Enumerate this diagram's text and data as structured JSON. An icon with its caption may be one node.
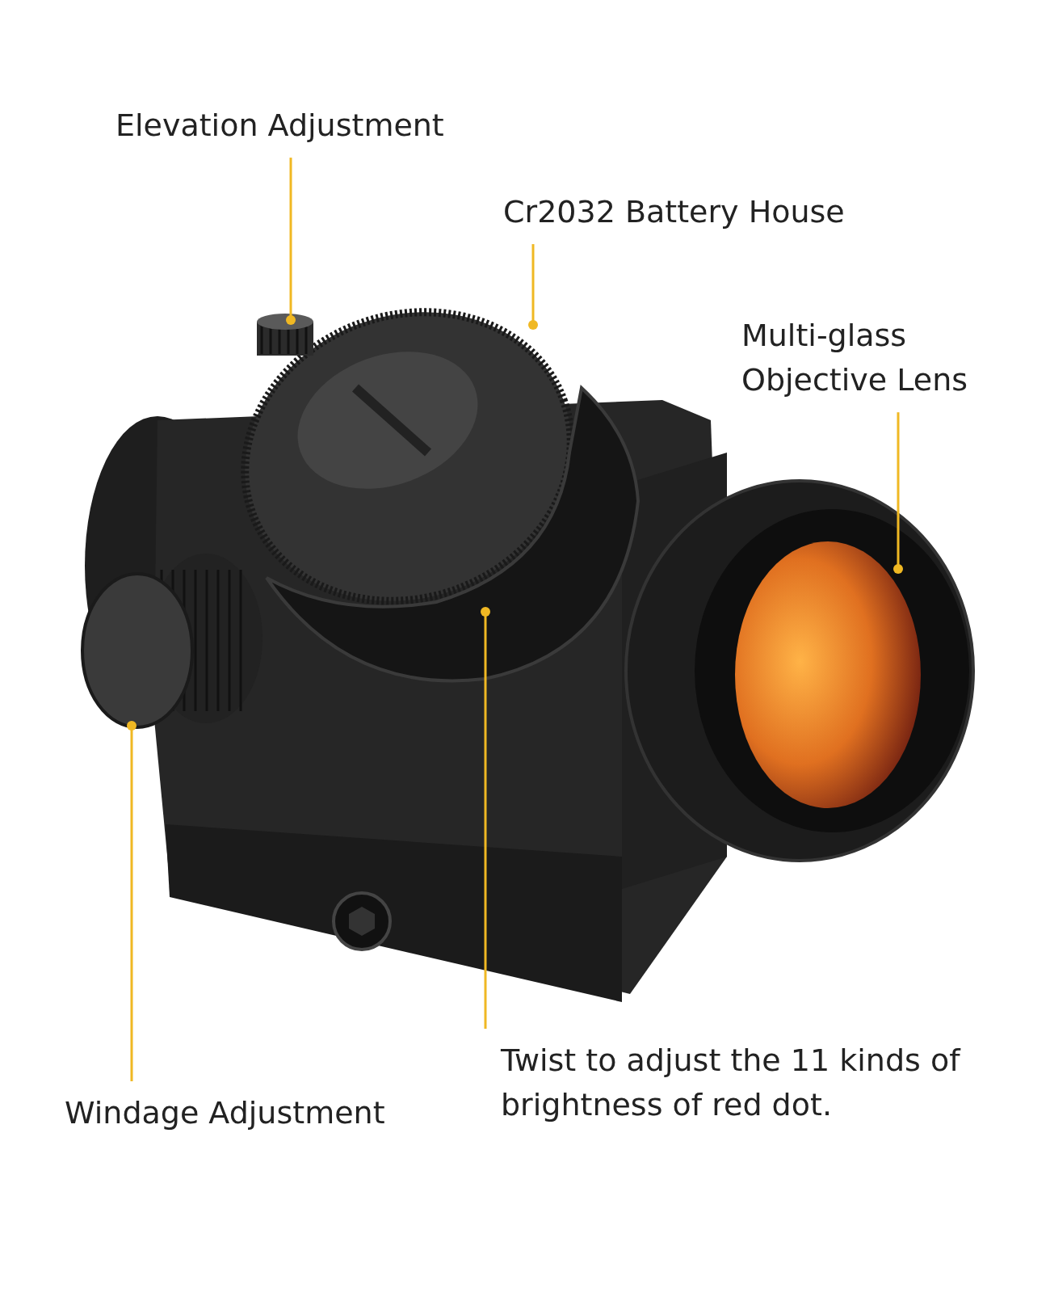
{
  "diagram": {
    "nodes": [
      {
        "text": [
          "Elevation Adjustment"
        ]
      },
      {
        "text": [],
        "shape": "picture"
      },
      {
        "text": [
          "Cr2032 Battery House"
        ]
      },
      {
        "text": [],
        "shape": "picture"
      },
      {
        "text": [
          "Multi-glass Objective Lens"
        ]
      },
      {
        "text": [],
        "shape": "picture"
      },
      {
        "text": [
          "Windage Adjustment"
        ]
      },
      {
        "text": [],
        "shape": "picture"
      },
      {
        "text": [
          "Twist to adjust the 11 kinds of brightness of red dot."
        ]
      },
      {
        "text": [],
        "shape": "picture"
      }
    ],
    "edges": [
      {
        "from": 0,
        "to": 1,
        "arrow": "other"
      },
      {
        "from": 2,
        "to": 3,
        "arrow": "other"
      },
      {
        "from": 4,
        "to": 5,
        "arrow": "other"
      },
      {
        "from": 6,
        "to": 7,
        "arrow": "other"
      },
      {
        "from": 8,
        "to": 9,
        "arrow": "other"
      }
    ]
  }
}
